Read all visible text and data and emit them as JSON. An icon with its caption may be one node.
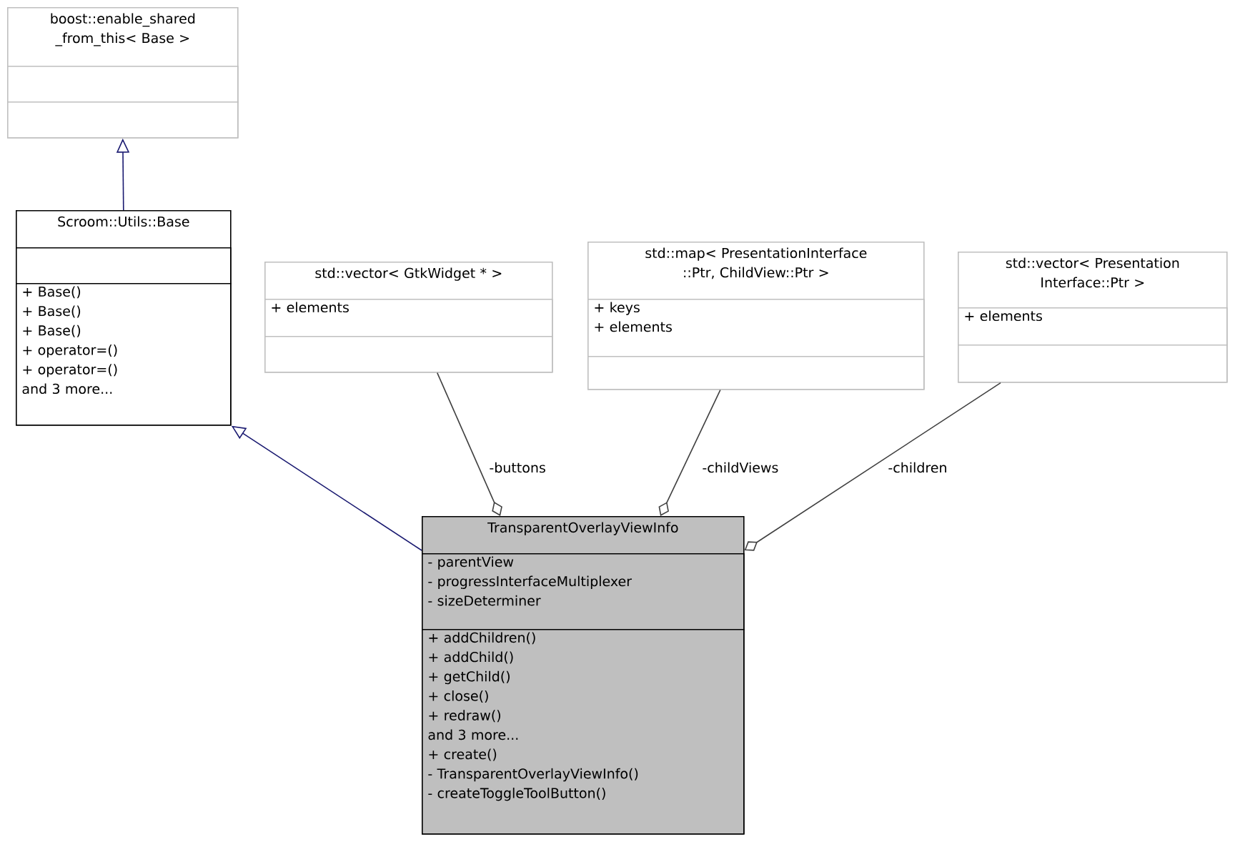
{
  "diagram": {
    "nodes": [
      {
        "text": [
          "boost::enable_shared _from_this< Base >"
        ]
      },
      {
        "text": [],
        "shape": "box",
        "in": 0
      },
      {
        "text": [],
        "shape": "box",
        "in": 0
      },
      {
        "text": [
          "Scroom::Utils::Base"
        ]
      },
      {
        "text": [],
        "shape": "box",
        "in": 3
      },
      {
        "text": [
          "+ Base()",
          "+ Base()",
          "+ Base()",
          "+ operator=()",
          "+ operator=()",
          "and 3 more..."
        ],
        "in": 3
      },
      {
        "text": [
          "std::vector< GtkWidget * >"
        ]
      },
      {
        "text": [
          "+ elements"
        ],
        "in": 6
      },
      {
        "text": [],
        "shape": "box",
        "in": 6
      },
      {
        "text": [
          "std::map< PresentationInterface ::Ptr, ChildView::Ptr >"
        ]
      },
      {
        "text": [
          "+ keys",
          "+ elements"
        ],
        "in": 9
      },
      {
        "text": [],
        "shape": "box",
        "in": 9
      },
      {
        "text": [
          "std::vector< Presentation Interface::Ptr >"
        ]
      },
      {
        "text": [
          "+ elements"
        ],
        "in": 12
      },
      {
        "text": [],
        "shape": "box",
        "in": 12
      },
      {
        "text": [
          "TransparentOverlayViewInfo"
        ]
      },
      {
        "text": [
          "- parentView",
          "- progressInterfaceMultiplexer",
          "- sizeDeterminer"
        ],
        "in": 15
      },
      {
        "text": [
          "+ addChildren()",
          "+ addChild()",
          "+ getChild()",
          "+ close()",
          "+ redraw()",
          "and 3 more...",
          "+ create()",
          "- TransparentOverlayViewInfo()",
          "- createToggleToolButton()"
        ],
        "in": 15
      }
    ],
    "edges": [
      {
        "from": 3,
        "to": 0,
        "arrow": "to",
        "color": "#191970"
      },
      {
        "from": 15,
        "to": 3,
        "arrow": "to",
        "color": "#191970"
      },
      {
        "from": 6,
        "to": 15,
        "arrow": "other",
        "label": "-buttons"
      },
      {
        "from": 9,
        "to": 15,
        "arrow": "other",
        "label": "-childViews"
      },
      {
        "from": 12,
        "to": 15,
        "arrow": "other",
        "label": "-children"
      }
    ]
  }
}
